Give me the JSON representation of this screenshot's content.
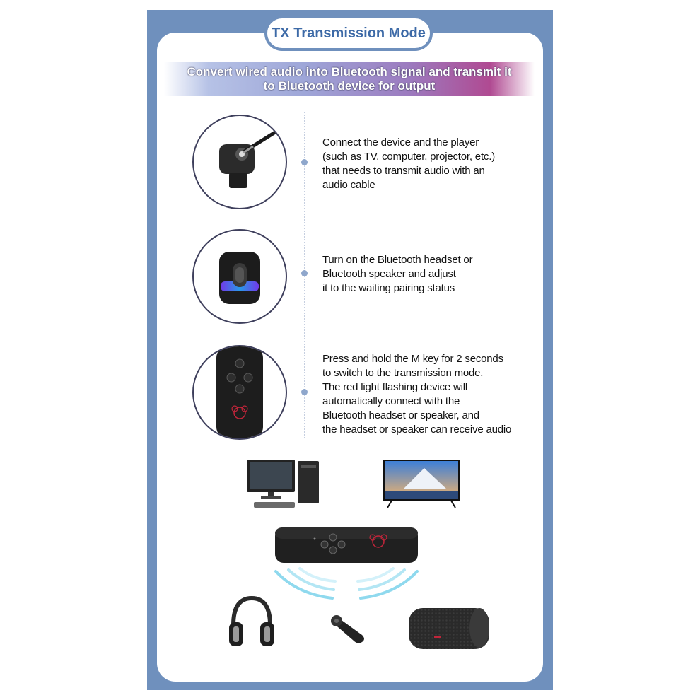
{
  "header": {
    "title": "TX Transmission Mode",
    "subtitle": "Convert wired audio into Bluetooth signal and transmit it\nto Bluetooth device for output"
  },
  "steps": [
    {
      "icon": "device-with-audio-cable-icon",
      "text": "Connect the device and the player\n(such as TV, computer, projector, etc.)\nthat needs to transmit audio with an\naudio cable"
    },
    {
      "icon": "bluetooth-speaker-icon",
      "text": "Turn on the Bluetooth headset or\nBluetooth speaker and adjust\nit to the waiting pairing status"
    },
    {
      "icon": "transmitter-m-key-icon",
      "text": "Press and hold the M key for 2 seconds\nto switch to the transmission mode.\nThe red light flashing device will\nautomatically connect with the\nBluetooth headset or speaker, and\nthe headset or speaker can receive audio"
    }
  ],
  "colors": {
    "frame": "#6f90bd",
    "title_text": "#3d6aa7",
    "timeline_dot": "#8fa7cc",
    "signal_waves": "#8fd9ee"
  },
  "sources": [
    "desktop-computer-icon",
    "television-icon"
  ],
  "receivers": [
    "over-ear-headphones-icon",
    "bluetooth-earpiece-icon",
    "portable-speaker-icon"
  ]
}
